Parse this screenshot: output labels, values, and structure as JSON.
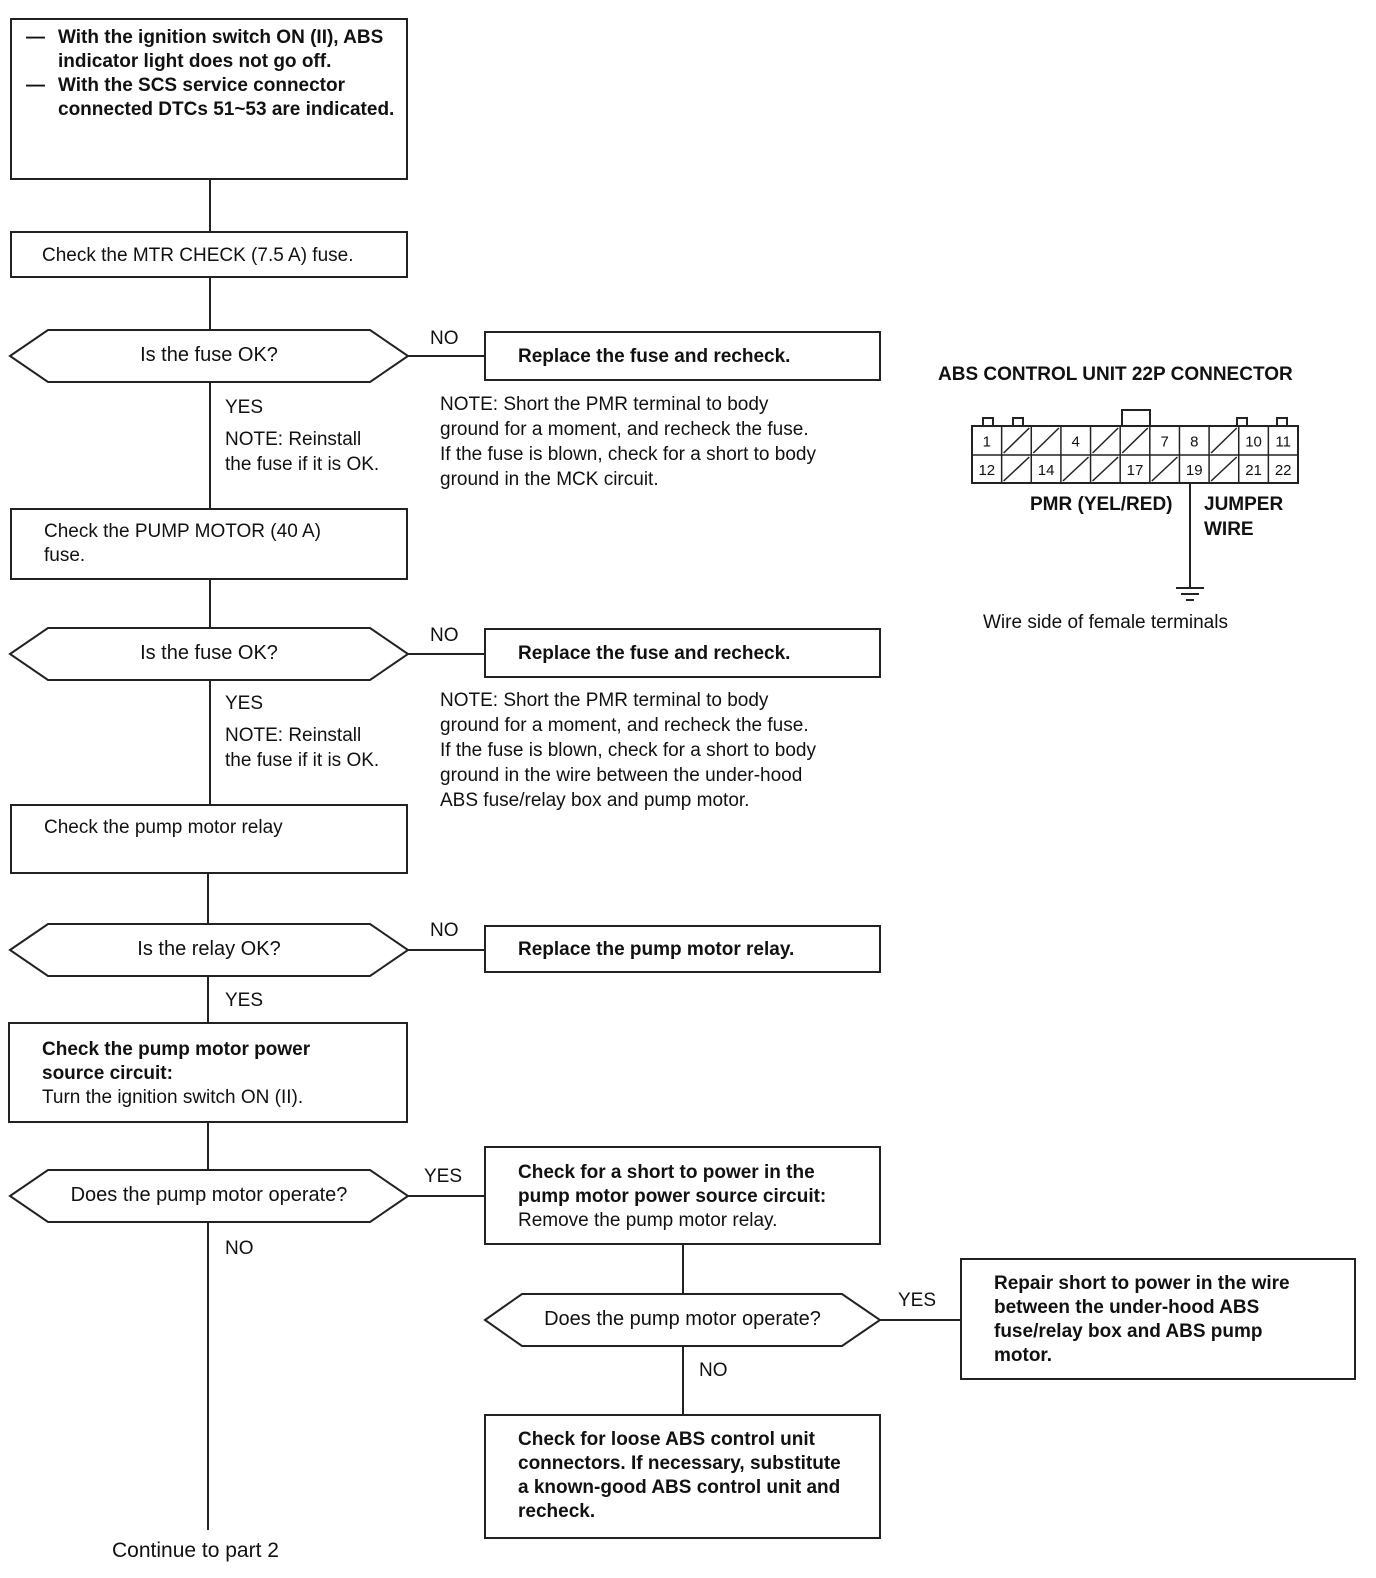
{
  "start": {
    "bullets": [
      "With the ignition switch ON (II), ABS indicator light does not go off.",
      "With the SCS service connector connected DTCs 51~53 are indicated."
    ]
  },
  "steps": {
    "check_mtr_fuse": "Check the MTR CHECK (7.5 A) fuse.",
    "q_fuse_ok_1": "Is the fuse OK?",
    "replace_fuse_1": "Replace the fuse and recheck.",
    "note_fuse_1": [
      "NOTE: Short the PMR terminal to body",
      "ground for a moment, and recheck the fuse.",
      "If the fuse is blown, check for a short to body",
      "ground in the MCK circuit."
    ],
    "yes_note_1": [
      "NOTE: Reinstall",
      "the fuse if it is OK."
    ],
    "check_pump_fuse": "Check the PUMP MOTOR (40 A) fuse.",
    "q_fuse_ok_2": "Is the fuse OK?",
    "replace_fuse_2": "Replace the fuse and recheck.",
    "note_fuse_2": [
      "NOTE: Short the PMR terminal to body",
      "ground for a moment, and recheck the fuse.",
      "If the fuse is blown, check for a short to body",
      "ground in the wire between the under-hood",
      "ABS fuse/relay box and pump motor."
    ],
    "yes_note_2": [
      "NOTE: Reinstall",
      "the fuse if it is OK."
    ],
    "check_relay": "Check the pump motor relay",
    "q_relay_ok": "Is the relay OK?",
    "replace_relay": "Replace the pump motor relay.",
    "check_power_title": "Check the pump motor power source circuit:",
    "check_power_body": "Turn the ignition switch ON (II).",
    "q_pump_operate_1": "Does the pump motor operate?",
    "check_short_title": "Check for a short to power in the pump motor power source circuit:",
    "check_short_body": "Remove the pump motor relay.",
    "q_pump_operate_2": "Does the pump motor operate?",
    "repair_short": "Repair short to power in the wire between the under-hood ABS fuse/relay box and ABS pump motor.",
    "check_loose": "Check for loose ABS control unit connectors. If necessary, substitute a known-good ABS control unit and recheck.",
    "continue": "Continue to part 2"
  },
  "labels": {
    "yes": "YES",
    "no": "NO"
  },
  "connector": {
    "title": "ABS CONTROL UNIT 22P CONNECTOR",
    "top_row": [
      "1",
      "",
      "",
      "4",
      "",
      "",
      "7",
      "8",
      "",
      "10",
      "11"
    ],
    "bottom_row": [
      "12",
      "",
      "14",
      "",
      "",
      "17",
      "",
      "19",
      "",
      "21",
      "22"
    ],
    "pmr_label": "PMR (YEL/RED)",
    "jumper_label_1": "JUMPER",
    "jumper_label_2": "WIRE",
    "caption": "Wire side of female terminals"
  }
}
